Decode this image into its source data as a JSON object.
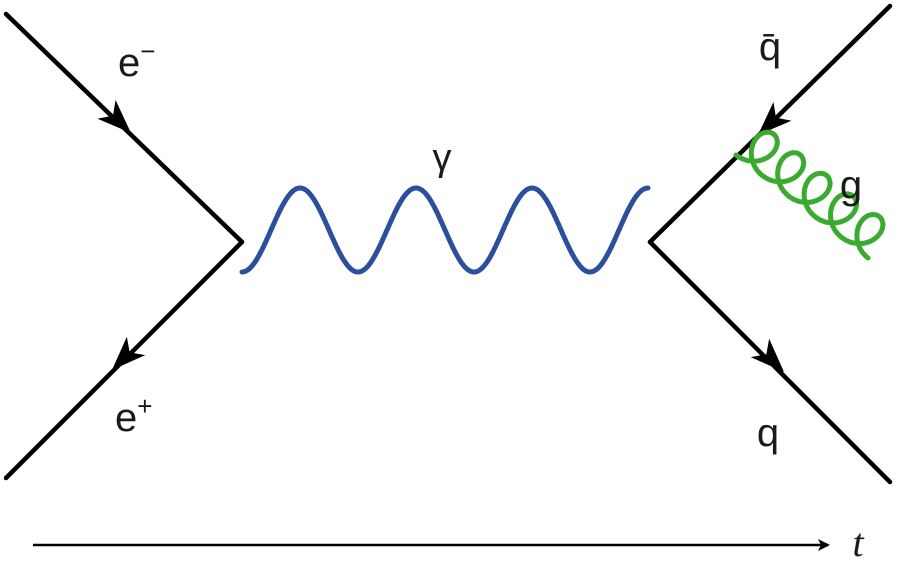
{
  "particles": {
    "electron": {
      "symbol": "e",
      "charge": "−"
    },
    "positron": {
      "symbol": "e",
      "charge": "+"
    },
    "photon": {
      "symbol": "γ"
    },
    "antiquark": {
      "symbol": "q̄"
    },
    "quark": {
      "symbol": "q"
    },
    "gluon": {
      "symbol": "g"
    }
  },
  "time_axis": {
    "label": "t"
  },
  "colors": {
    "fermion": "#000000",
    "photon": "#2b4f9e",
    "gluon": "#3aab2f",
    "text": "#1a1a1a"
  }
}
